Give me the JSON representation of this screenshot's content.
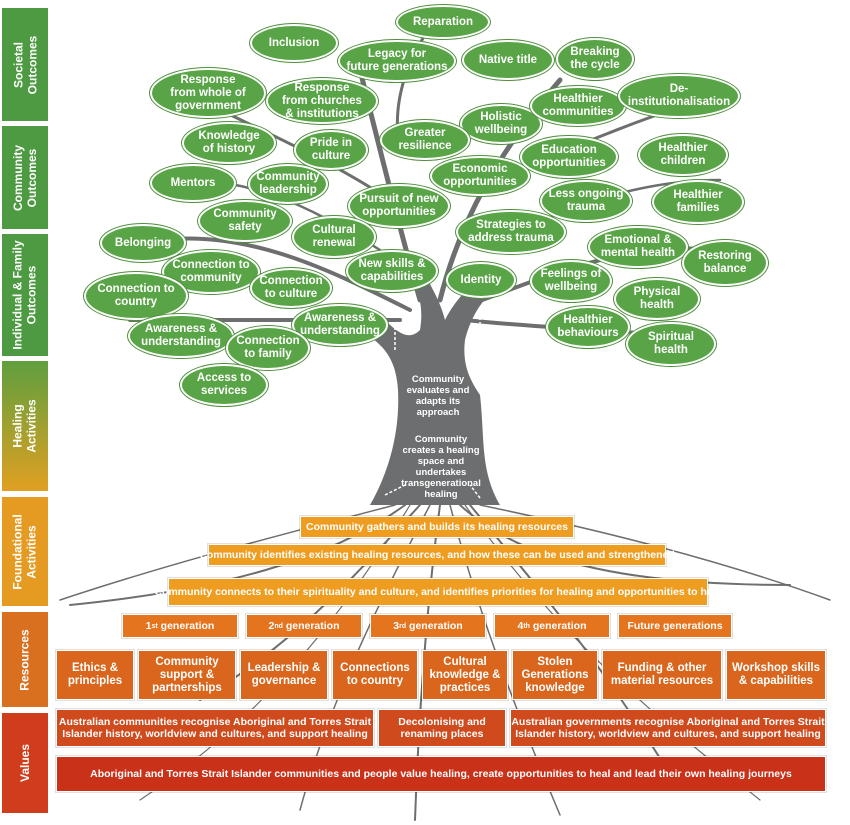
{
  "colors": {
    "leaf": "#59a447",
    "trunk": "#6d6e70",
    "foundational": "#ef9d20",
    "generation": "#e5741f",
    "resource": "#d9661c",
    "values": "#cf4a1d",
    "values_base": "#c93119"
  },
  "sidebar": [
    {
      "label": "Societal\nOutcomes",
      "color": "#4e9a43"
    },
    {
      "label": "Community\nOutcomes",
      "color": "#4e9a43"
    },
    {
      "label": "Individual & Family\nOutcomes",
      "color": "#4e9a43"
    },
    {
      "label": "Healing\nActivities",
      "color": "#b3a32c"
    },
    {
      "label": "Foundational\nActivities",
      "color": "#e59b22"
    },
    {
      "label": "Resources",
      "color": "#d9701f"
    },
    {
      "label": "Values",
      "color": "#cf3d1c"
    }
  ],
  "leaves": [
    "Reparation",
    "Inclusion",
    "Legacy for\nfuture generations",
    "Native title",
    "Breaking\nthe cycle",
    "Response\nfrom whole of\ngovernment",
    "Response\nfrom churches\n& institutions",
    "Holistic\nwellbeing",
    "Healthier\ncommunities",
    "De-\ninstitutionalisation",
    "Knowledge\nof history",
    "Pride in\nculture",
    "Greater\nresilience",
    "Education\nopportunities",
    "Healthier\nchildren",
    "Mentors",
    "Community\nleadership",
    "Economic\nopportunities",
    "Pursuit of new\nopportunities",
    "Less ongoing\ntrauma",
    "Healthier\nfamilies",
    "Community\nsafety",
    "Cultural\nrenewal",
    "Strategies to\naddress trauma",
    "Belonging",
    "Emotional &\nmental health",
    "Restoring\nbalance",
    "Connection to\ncommunity",
    "New skills &\ncapabilities",
    "Identity",
    "Feelings of\nwellbeing",
    "Connection to\ncountry",
    "Connection\nto culture",
    "Physical\nhealth",
    "Awareness &\nunderstanding",
    "Awareness &\nunderstanding",
    "Healthier\nbehaviours",
    "Connection\nto family",
    "Spiritual\nhealth",
    "Access to\nservices"
  ],
  "trunk_text": {
    "upper": "Community\nevaluates and\nadapts its\napproach",
    "lower": "Community\ncreates a healing\nspace and\nundertakes\ntransgenerational\nhealing"
  },
  "foundational": [
    "Community gathers and builds its healing resources",
    "Community identifies existing healing resources, and how these can be used and strengthened",
    "Community connects to their spirituality and culture, and identifies priorities for healing and opportunities to heal"
  ],
  "generations": [
    {
      "num": "1",
      "sup": "st",
      "rest": " generation"
    },
    {
      "num": "2",
      "sup": "nd",
      "rest": " generation"
    },
    {
      "num": "3",
      "sup": "rd",
      "rest": " generation"
    },
    {
      "num": "4",
      "sup": "th",
      "rest": " generation"
    },
    {
      "num": "",
      "sup": "",
      "rest": "Future generations"
    }
  ],
  "resources": [
    "Ethics &\nprinciples",
    "Community\nsupport &\npartnerships",
    "Leadership &\ngovernance",
    "Connections\nto country",
    "Cultural\nknowledge &\npractices",
    "Stolen\nGenerations\nknowledge",
    "Funding & other\nmaterial resources",
    "Workshop skills\n& capabilities"
  ],
  "values": [
    "Australian communities recognise Aboriginal and Torres Strait\nIslander history, worldview and cultures, and support healing",
    "Decolonising and\nrenaming places",
    "Australian governments recognise Aboriginal and Torres Strait\nIslander history, worldview and cultures, and support healing"
  ],
  "values_base": "Aboriginal and Torres Strait Islander communities and people value healing, create opportunities to heal and lead their own healing journeys"
}
